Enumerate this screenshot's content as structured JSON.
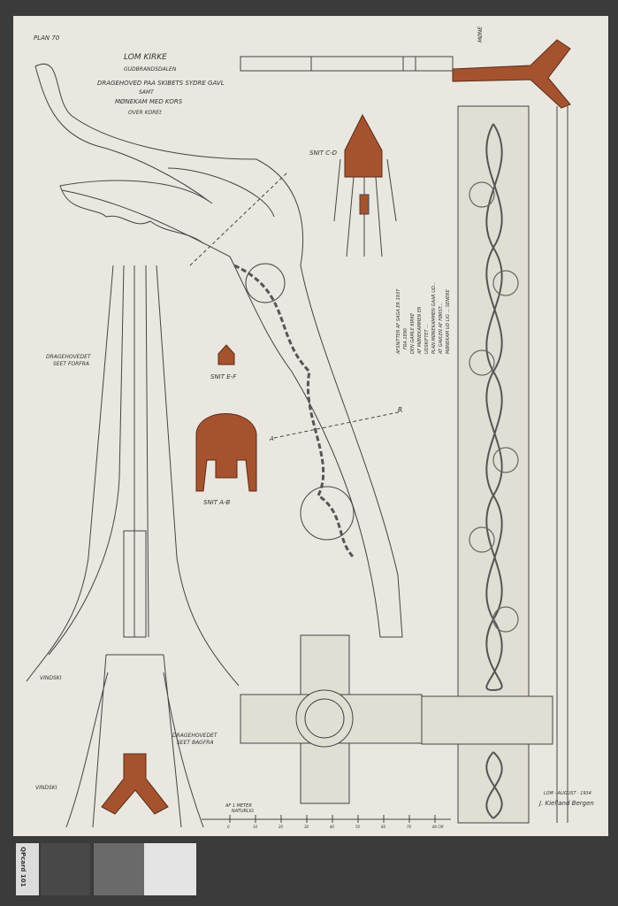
{
  "sheet": {
    "plate_number": "PLAN 70",
    "title": "LOM KIRKE",
    "subtitle": "GUDBRANDSDALEN",
    "description_1": "DRAGEHOVED PAA SKIBETS SYDRE GAVL",
    "description_2": "SAMT",
    "description_3": "MØNEKAM MED KORS",
    "description_4": "OVER KOREt",
    "labels": {
      "section_cd": "SNIT C-D",
      "section_ef": "SNIT E-F",
      "section_ab": "SNIT A-B",
      "front_view": [
        "DRAGEHOVEDET",
        "SEET FORFRA"
      ],
      "back_view": [
        "DRAGEHOVEDET",
        "SEET BAGFRA"
      ],
      "wind_board_1": "VINDSKI",
      "wind_board_2": "VINDSKI",
      "point_a": "A",
      "point_b": "B"
    },
    "notes": [
      "AFSNITTER AF SAGA ER 1937",
      "FRA 1890",
      "DEN GAMLE KIRKE",
      "AF MØNEKAMMEN ER",
      "UDSKIFTET ...",
      "PLAN MØNEKAMMEN GAAR UD...",
      "AT GAVLEN AF FØRST...",
      "MØNEKAM UD LIG ... SENERE"
    ],
    "scale": {
      "label": [
        "AF 1 METER",
        "NATURLIG"
      ],
      "ticks": [
        "0",
        "10",
        "20",
        "30",
        "40",
        "50",
        "60",
        "70",
        "80 CM"
      ]
    },
    "signature": [
      "LOM · AUGUST · 1934",
      "J. Kielland Bergen"
    ],
    "top_right_note": "MØNE"
  },
  "color_card": {
    "label": "QPcard 101"
  },
  "colors": {
    "paper": "#e9e7df",
    "ink": "#3a3a3a",
    "wood_red": "#a5532f",
    "background": "#3b3b3b"
  }
}
